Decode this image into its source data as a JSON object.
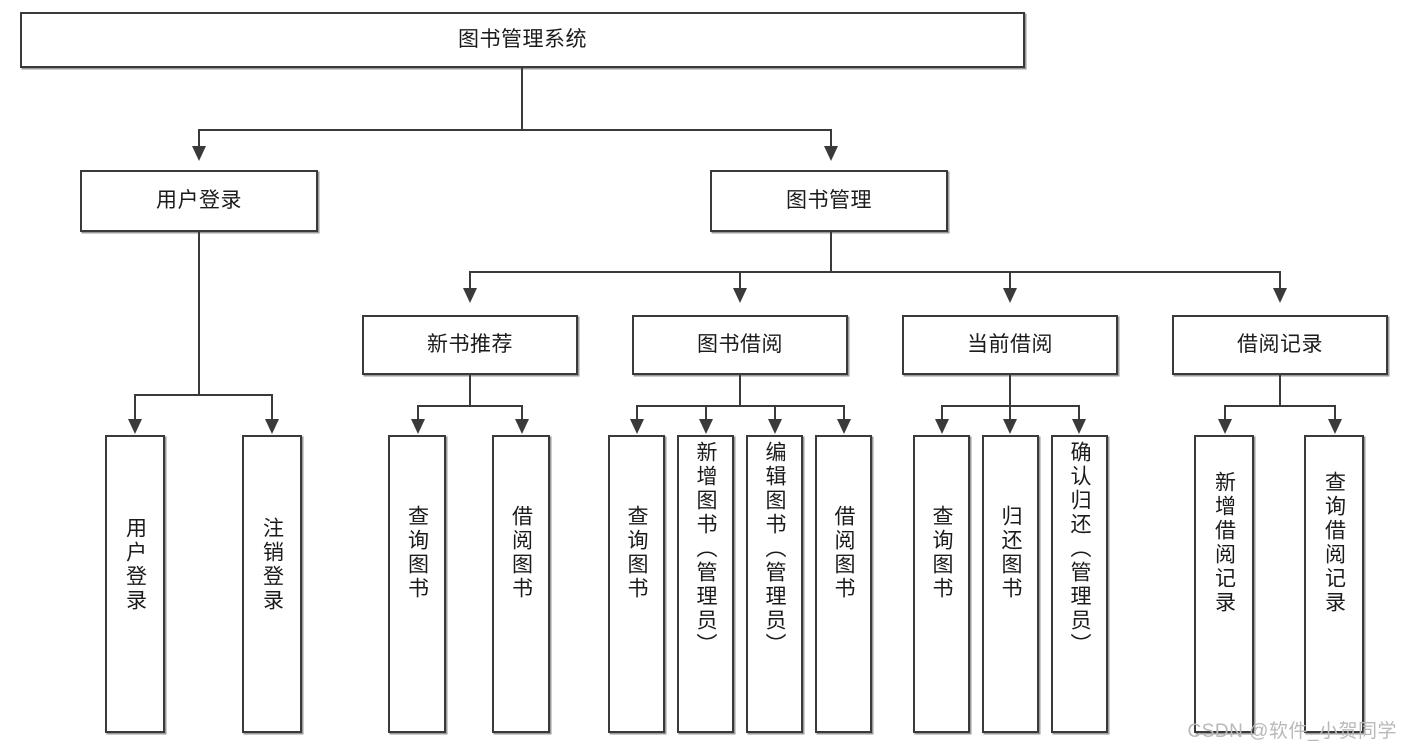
{
  "diagram": {
    "type": "tree",
    "title_node": {
      "label": "图书管理系统"
    },
    "level2": [
      {
        "label": "用户登录"
      },
      {
        "label": "图书管理"
      }
    ],
    "level3": [
      {
        "label": "新书推荐"
      },
      {
        "label": "图书借阅"
      },
      {
        "label": "当前借阅"
      },
      {
        "label": "借阅记录"
      }
    ],
    "leaves": {
      "user_login": [
        {
          "label": "用户登录"
        },
        {
          "label": "注销登录"
        }
      ],
      "new_book_recommend": [
        {
          "label": "查询图书"
        },
        {
          "label": "借阅图书"
        }
      ],
      "book_borrow": [
        {
          "label": "查询图书"
        },
        {
          "label": "新增图书（管理员）"
        },
        {
          "label": "编辑图书（管理员）"
        },
        {
          "label": "借阅图书"
        }
      ],
      "current_borrow": [
        {
          "label": "查询图书"
        },
        {
          "label": "归还图书"
        },
        {
          "label": "确认归还（管理员）"
        }
      ],
      "borrow_record": [
        {
          "label": "新增借阅记录"
        },
        {
          "label": "查询借阅记录"
        }
      ]
    },
    "watermark": "CSDN @软件_小贺同学",
    "colors": {
      "box_border": "#3a3a3a",
      "box_fill": "#ffffff",
      "text": "#1b1b1b",
      "line": "#3a3a3a",
      "watermark": "#b9b9b9"
    }
  }
}
